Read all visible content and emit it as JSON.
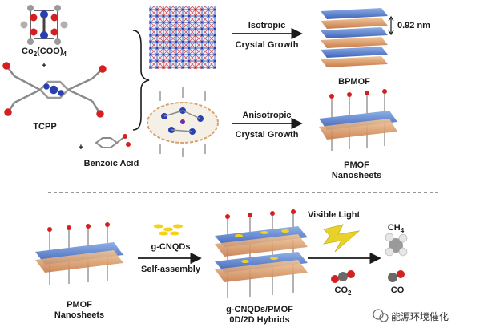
{
  "top": {
    "reagents": {
      "cobalt_node_main": "Co",
      "cobalt_node_sub": "2",
      "cobalt_node_rest": "(COO)",
      "cobalt_node_sub2": "4",
      "plus_1": "+",
      "linker": "TCPP",
      "plus_2": "+",
      "modulator": "Benzoic Acid"
    },
    "isotropic": {
      "label_line1": "Isotropic",
      "label_line2": "Crystal Growth",
      "product": "BPMOF",
      "spacing": "0.92 nm"
    },
    "anisotropic": {
      "label_line1": "Anisotropic",
      "label_line2": "Crystal Growth",
      "product_line1": "PMOF",
      "product_line2": "Nanosheets"
    }
  },
  "bottom": {
    "start_line1": "PMOF",
    "start_line2": "Nanosheets",
    "dots_label": "g-CNQDs",
    "step_label": "Self-assembly",
    "hybrid_line1": "g-CNQDs/PMOF",
    "hybrid_line2": "0D/2D Hybrids",
    "light_label": "Visible Light",
    "product_main": "CH",
    "product_sub": "4",
    "reactant_main": "CO",
    "reactant_sub": "2",
    "product_2": "CO"
  },
  "watermark": "能源环境催化",
  "colors": {
    "cobalt": "#2a3fb0",
    "oxygen": "#d42020",
    "carbon": "#8a8a8a",
    "framework_blue": "#5a7fd0",
    "framework_red": "#d25a5a",
    "framework_tan": "#d9a070",
    "quantum_dot": "#f2d21a",
    "lightning": "#e8d22a"
  }
}
